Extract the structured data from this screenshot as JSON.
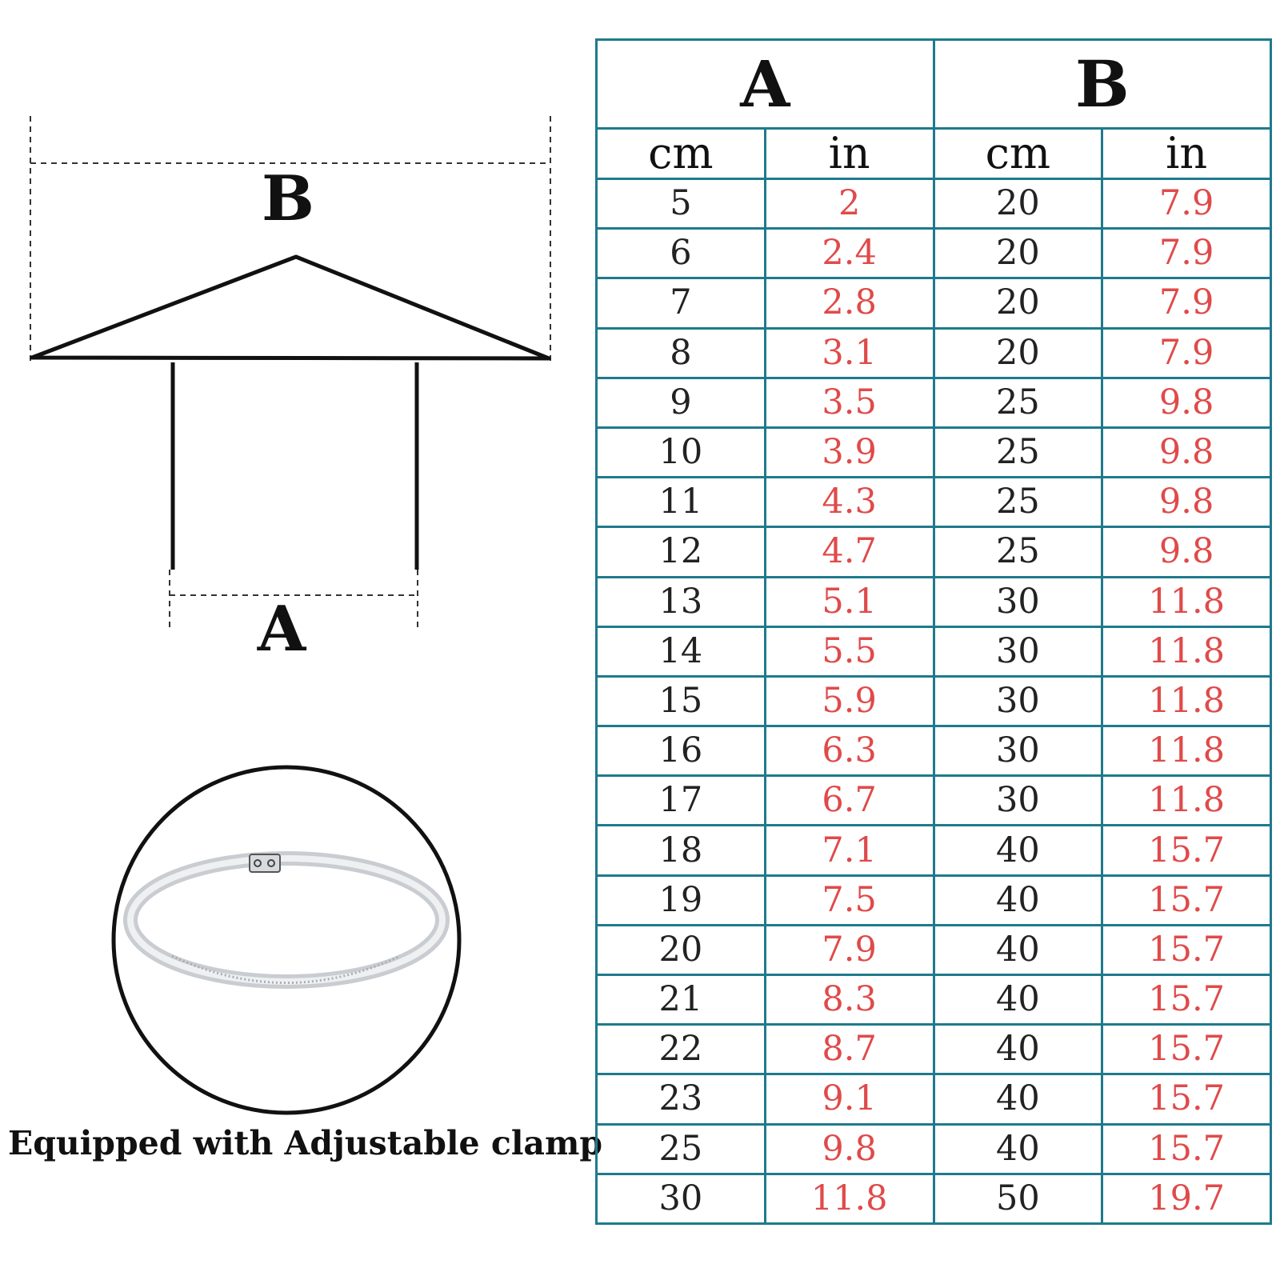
{
  "diagram": {
    "label_b": "B",
    "label_a": "A",
    "caption": "Equipped with Adjustable clamp"
  },
  "table": {
    "groups": [
      "A",
      "B"
    ],
    "units": [
      "cm",
      "in",
      "cm",
      "in"
    ],
    "rows": [
      [
        "5",
        "2",
        "20",
        "7.9"
      ],
      [
        "6",
        "2.4",
        "20",
        "7.9"
      ],
      [
        "7",
        "2.8",
        "20",
        "7.9"
      ],
      [
        "8",
        "3.1",
        "20",
        "7.9"
      ],
      [
        "9",
        "3.5",
        "25",
        "9.8"
      ],
      [
        "10",
        "3.9",
        "25",
        "9.8"
      ],
      [
        "11",
        "4.3",
        "25",
        "9.8"
      ],
      [
        "12",
        "4.7",
        "25",
        "9.8"
      ],
      [
        "13",
        "5.1",
        "30",
        "11.8"
      ],
      [
        "14",
        "5.5",
        "30",
        "11.8"
      ],
      [
        "15",
        "5.9",
        "30",
        "11.8"
      ],
      [
        "16",
        "6.3",
        "30",
        "11.8"
      ],
      [
        "17",
        "6.7",
        "30",
        "11.8"
      ],
      [
        "18",
        "7.1",
        "40",
        "15.7"
      ],
      [
        "19",
        "7.5",
        "40",
        "15.7"
      ],
      [
        "20",
        "7.9",
        "40",
        "15.7"
      ],
      [
        "21",
        "8.3",
        "40",
        "15.7"
      ],
      [
        "22",
        "8.7",
        "40",
        "15.7"
      ],
      [
        "23",
        "9.1",
        "40",
        "15.7"
      ],
      [
        "25",
        "9.8",
        "40",
        "15.7"
      ],
      [
        "30",
        "11.8",
        "50",
        "19.7"
      ]
    ]
  },
  "colors": {
    "table_border": "#1f7a8c",
    "inch_text": "#e04a4a",
    "cm_text": "#222222"
  }
}
